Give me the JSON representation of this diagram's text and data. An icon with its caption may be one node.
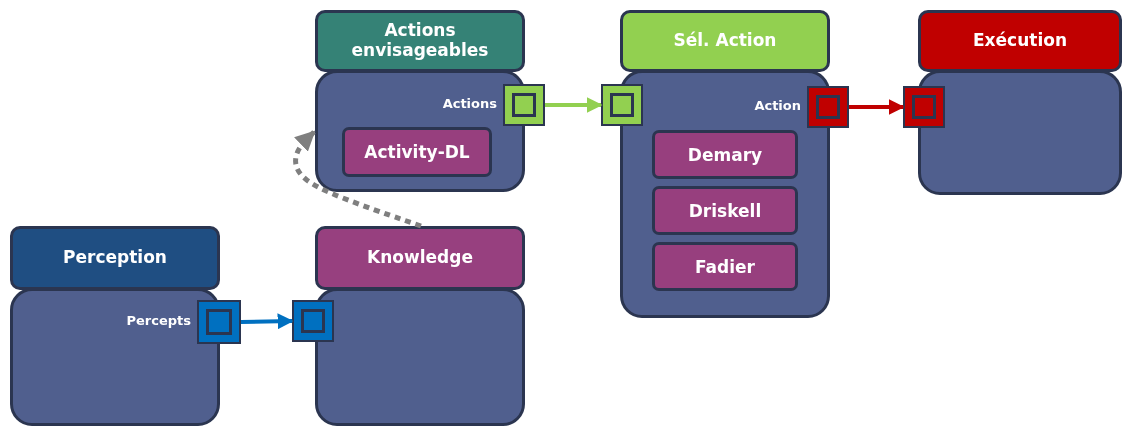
{
  "diagram": {
    "nodes": [
      {
        "text": [
          "Actions envisageables"
        ]
      },
      {
        "text": [],
        "shape": "box",
        "beside": [
          "Actions"
        ]
      },
      {
        "text": [
          "Activity-DL"
        ],
        "in": 0
      },
      {
        "text": [
          "Sél. Action"
        ]
      },
      {
        "text": [],
        "shape": "box"
      },
      {
        "text": [],
        "shape": "box",
        "beside": [
          "Action"
        ]
      },
      {
        "text": [
          "Demary"
        ],
        "in": 3
      },
      {
        "text": [
          "Driskell"
        ],
        "in": 3
      },
      {
        "text": [
          "Fadier"
        ],
        "in": 3
      },
      {
        "text": [
          "Exécution"
        ]
      },
      {
        "text": [],
        "shape": "box"
      },
      {
        "text": [
          "Perception"
        ]
      },
      {
        "text": [],
        "shape": "box",
        "beside": [
          "Percepts"
        ]
      },
      {
        "text": [
          "Knowledge"
        ]
      },
      {
        "text": [],
        "shape": "box"
      }
    ],
    "edges": [
      {
        "from": 12,
        "to": 14,
        "arrow": "to",
        "color": "#0070c0"
      },
      {
        "from": 1,
        "to": 4,
        "arrow": "to",
        "color": "#92d050"
      },
      {
        "from": 5,
        "to": 10,
        "arrow": "to",
        "color": "#c00000"
      },
      {
        "from": 13,
        "to": 0,
        "arrow": "to",
        "style": "dashed",
        "color": "#7f7f7f"
      }
    ]
  }
}
